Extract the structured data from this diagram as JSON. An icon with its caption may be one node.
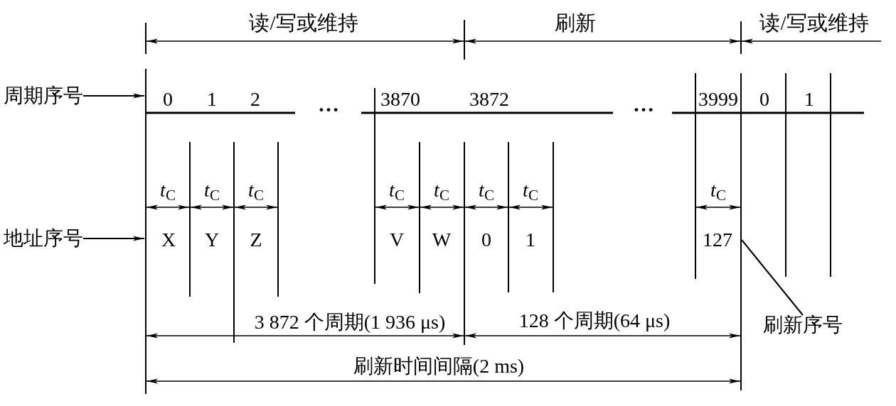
{
  "diagram": {
    "nodes": [
      {
        "text": [
          "周期序号"
        ]
      },
      {
        "text": [
          "地址序号"
        ]
      },
      {
        "text": [
          "刷新序号"
        ]
      }
    ],
    "edges": [
      {
        "from": 0,
        "to": null,
        "arrow": "to"
      },
      {
        "from": 1,
        "to": null,
        "arrow": "to"
      },
      {
        "from": 2,
        "to": null,
        "arrow": "none"
      }
    ],
    "labels": [
      "读/写或维持",
      "刷新",
      "读/写或维持",
      "0",
      "1",
      "2",
      "…",
      "3870",
      "3872",
      "…",
      "3999",
      "0",
      "1",
      "*t*$_{C}$",
      "*t*$_{C}$",
      "*t*$_{C}$",
      "*t*$_{C}$",
      "*t*$_{C}$",
      "*t*$_{C}$",
      "*t*$_{C}$",
      "*t*$_{C}$",
      "X",
      "Y",
      "Z",
      "V",
      "W",
      "0",
      "1",
      "127",
      "3 872 个周期(1 936 μs)",
      "128 个周期(64 μs)",
      "刷新时间间隔(2 ms)"
    ]
  }
}
